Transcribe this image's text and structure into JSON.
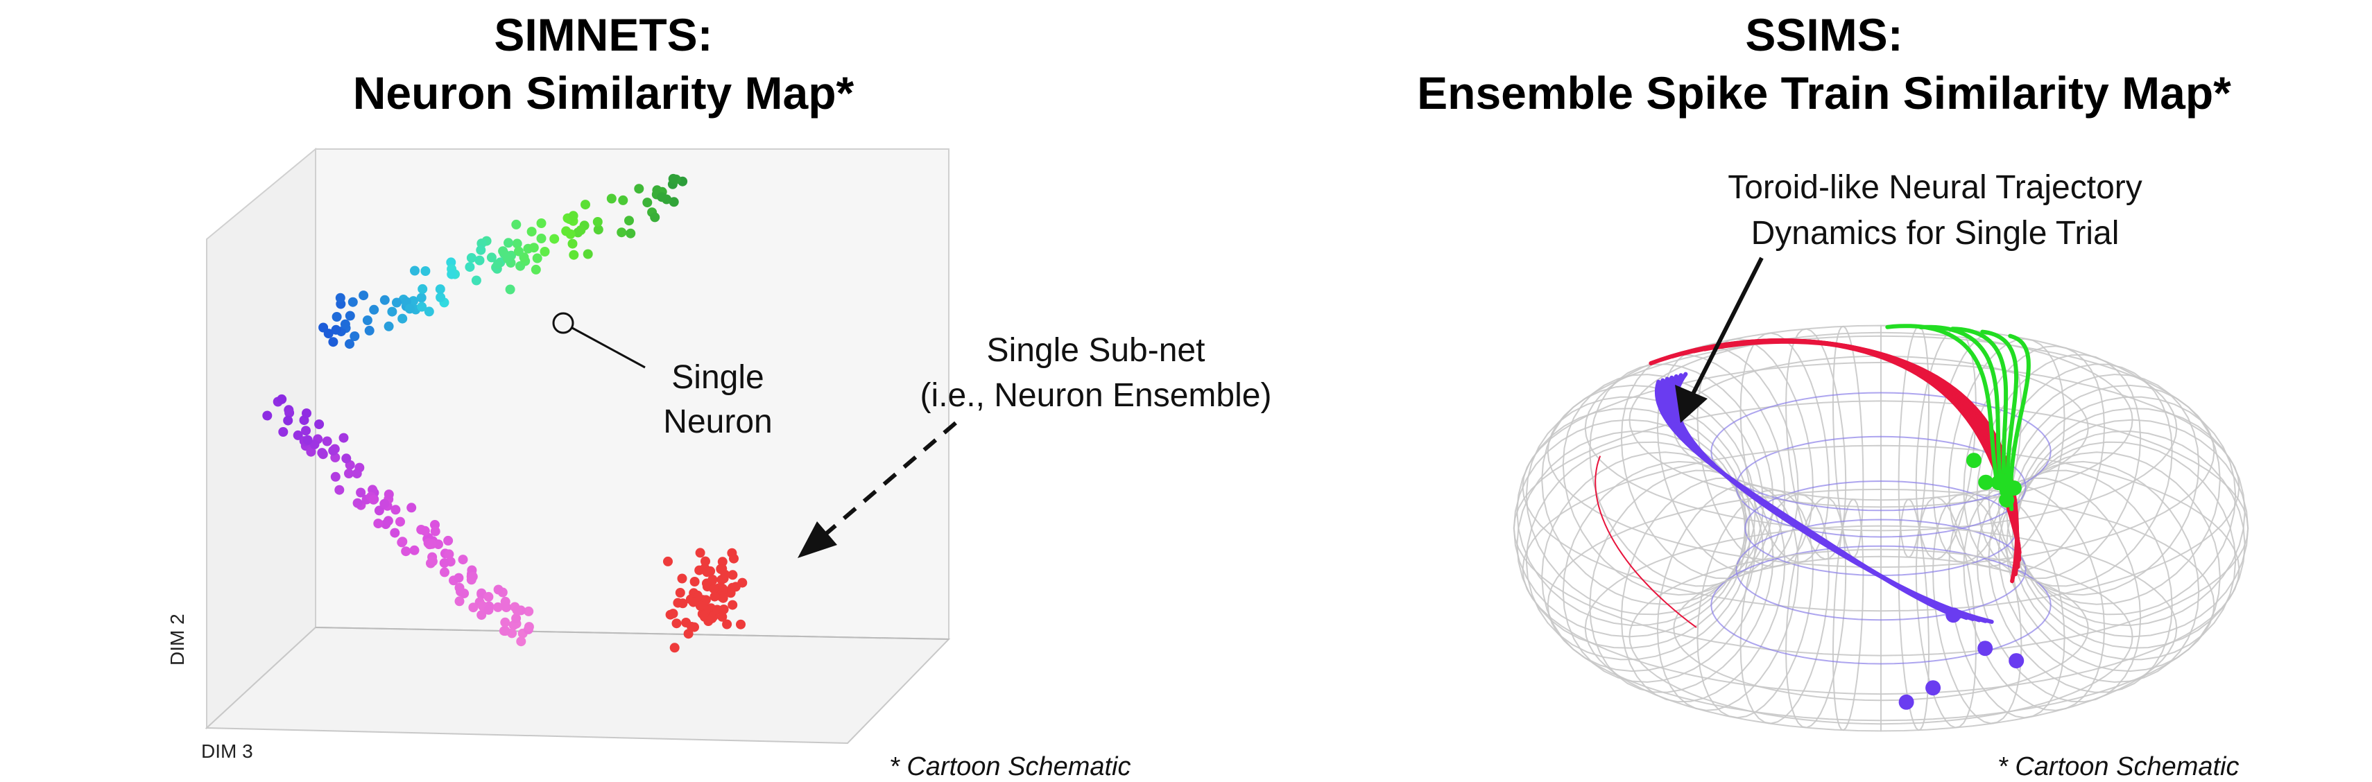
{
  "left": {
    "title_line1": "SIMNETS:",
    "title_line2": "Neuron Similarity Map*",
    "single_neuron_line1": "Single",
    "single_neuron_line2": "Neuron",
    "subnet_line1": "Single Sub-net",
    "subnet_line2": "(i.e., Neuron Ensemble)",
    "axis_dim2": "DIM 2",
    "axis_dim3": "DIM 3",
    "footnote": "* Cartoon Schematic"
  },
  "right": {
    "title_line1": "SSIMS:",
    "title_line2": "Ensemble Spike Train Similarity Map*",
    "trajectory_line1": "Toroid-like Neural Trajectory",
    "trajectory_line2": "Dynamics for Single Trial",
    "footnote": "* Cartoon Schematic"
  },
  "colors": {
    "red_cluster": "#ee3b3b",
    "trajectory_red": "#e8143c",
    "trajectory_green": "#22dd22",
    "trajectory_blue": "#6a3cf0",
    "torus_mesh": "#c8c8c8"
  }
}
